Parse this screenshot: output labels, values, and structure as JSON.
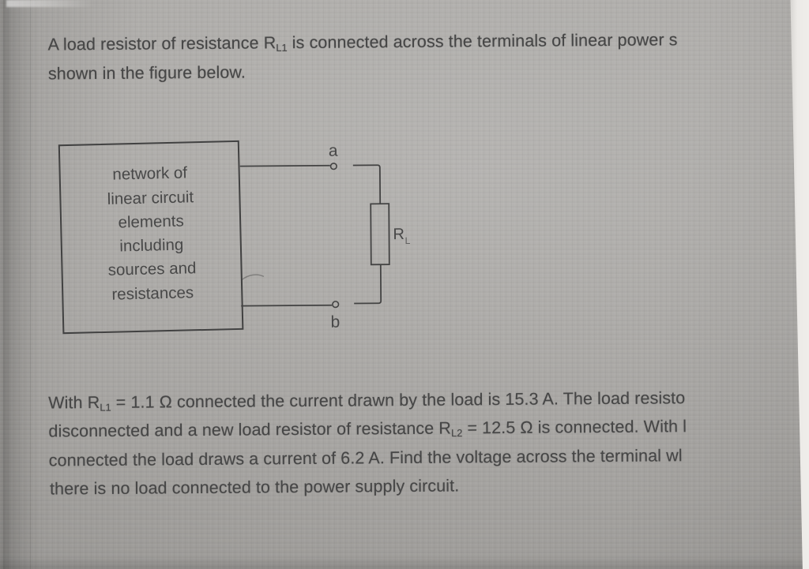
{
  "paragraph1": {
    "line1_pre": "A load resistor of resistance R",
    "line1_sub": "L1",
    "line1_post": " is connected across the terminals of linear power s",
    "line2": "shown in the figure below."
  },
  "figure": {
    "box_lines": [
      "network of",
      "linear circuit",
      "elements",
      "including",
      "sources and",
      "resistances"
    ],
    "terminal_a": "a",
    "terminal_b": "b",
    "resistor_label": "R",
    "resistor_label_sub": "L"
  },
  "paragraph2": {
    "line1_pre": "With R",
    "line1_sub": "L1",
    "line1_post": " = 1.1 Ω connected the current drawn by the load is 15.3 A. The load resisto",
    "line2_pre": "disconnected and a new load resistor of resistance R",
    "line2_sub": "L2",
    "line2_post": " = 12.5 Ω is connected. With l",
    "line3": "connected the load draws a current of 6.2 A. Find the voltage across the terminal wl",
    "line4": "there is no load connected to the power supply circuit."
  },
  "colors": {
    "paper": "#aeacaa",
    "ink": "#464646",
    "page_edge": "#eceae7"
  }
}
